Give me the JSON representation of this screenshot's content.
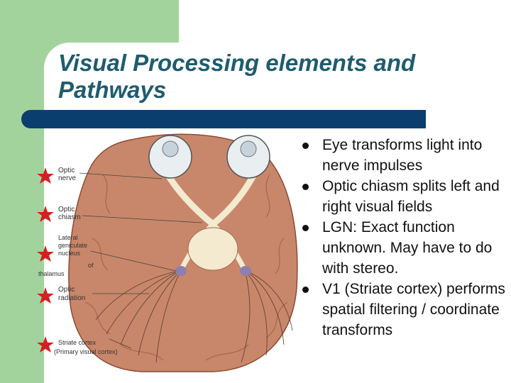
{
  "slide": {
    "title": "Visual Processing elements and Pathways"
  },
  "figure": {
    "labels": {
      "optic_nerve_1": "Optic",
      "optic_nerve_2": "nerve",
      "optic_chiasm_1": "Optic",
      "optic_chiasm_2": "chiasm",
      "lgn_1": "Lateral",
      "lgn_2": "geniculate",
      "lgn_3": "nucleus",
      "lgn_4": "of",
      "lgn_5": "thalamus",
      "optic_radiation_1": "Optic",
      "optic_radiation_2": "radiation",
      "striate_1": "Striate cortex",
      "striate_2": "(Primary visual cortex)"
    },
    "colors": {
      "brain": "#c8876a",
      "brain_dark": "#a8654c",
      "eye": "#e9eef1",
      "nerve": "#f3ead0",
      "star": "#d42020"
    }
  },
  "bullets": [
    "Eye transforms light into nerve impulses",
    "Optic chiasm splits left and right visual fields",
    "LGN: Exact function unknown. May have to do with stereo.",
    "V1 (Striate cortex) performs spatial filtering / coordinate transforms"
  ]
}
